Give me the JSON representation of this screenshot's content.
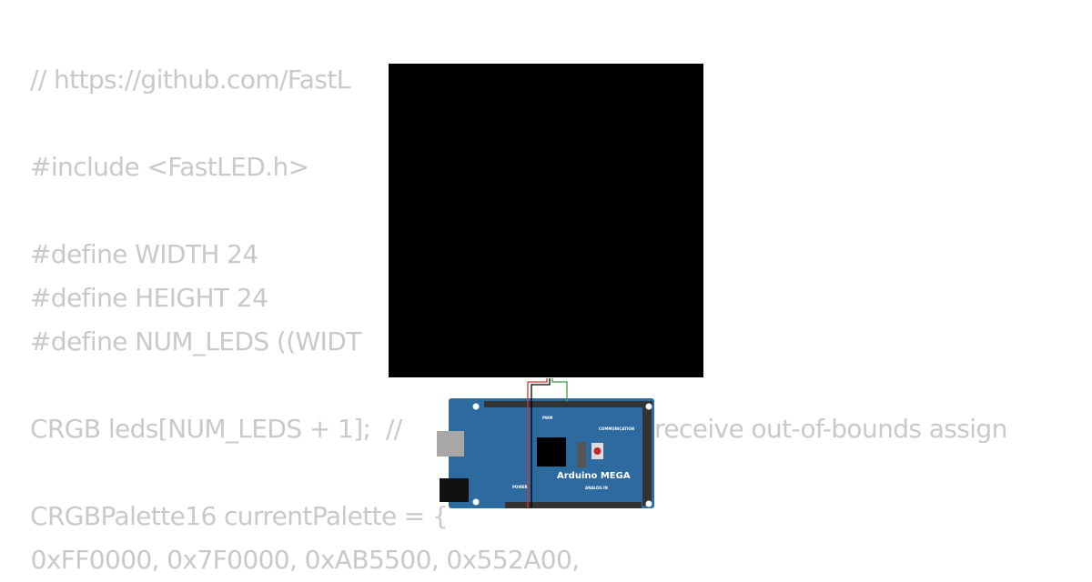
{
  "code_lines": [
    "// https://github.com/FastL",
    "#include <FastLED.h>",
    "#define WIDTH 24",
    "#define HEIGHT 24",
    "#define NUM_LEDS ((WIDT",
    "CRGB leds[NUM_LEDS + 1];  //",
    "CRGBPalette16 currentPalette = {",
    "  0xFF0000, 0x7F0000, 0xAB5500, 0x552A00,"
  ],
  "code_line_tail": "receive out-of-bounds assign",
  "board": {
    "label": "Arduino MEGA",
    "power_label": "POWER",
    "analog_label": "ANALOG IN",
    "comm_label": "COMMUNICATION",
    "pwm_label": "PWM",
    "color": "#2c6aa0"
  },
  "wire_colors": {
    "vcc": "#e03030",
    "gnd": "#000000",
    "data": "#3aa040"
  },
  "matrix_color": "#000000"
}
